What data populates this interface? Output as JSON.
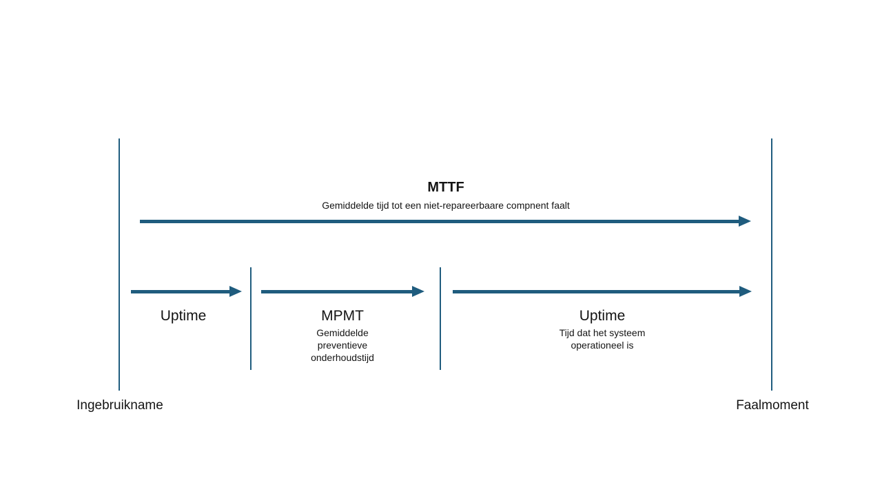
{
  "colors": {
    "accent": "#1F5C7E",
    "text": "#141414",
    "background": "#FFFFFF"
  },
  "diagram": {
    "top": {
      "title": "MTTF",
      "subtitle": "Gemiddelde tijd tot een niet-repareerbaare compnent faalt"
    },
    "segments": [
      {
        "label": "Uptime",
        "lines": []
      },
      {
        "label": "MPMT",
        "lines": [
          "Gemiddelde",
          "preventieve",
          "onderhoudstijd"
        ]
      },
      {
        "label": "Uptime",
        "lines": [
          "Tijd dat het systeem",
          "operationeel is"
        ]
      }
    ],
    "axis": {
      "start_label": "Ingebruikname",
      "end_label": "Faalmoment"
    }
  }
}
